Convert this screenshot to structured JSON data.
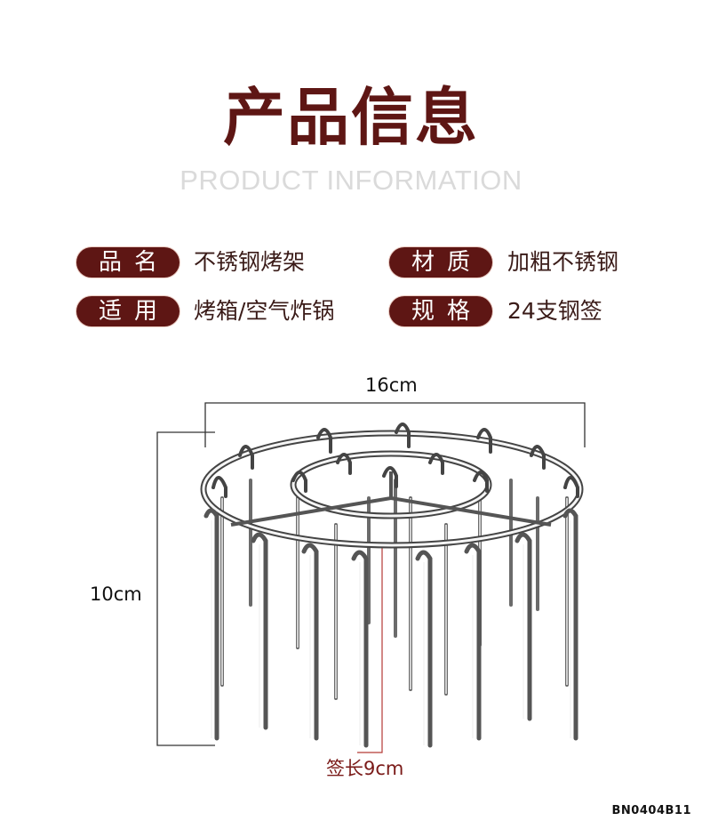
{
  "header": {
    "title": "产品信息",
    "subtitle": "PRODUCT INFORMATION"
  },
  "specs": [
    {
      "label": "品名",
      "value": "不锈钢烤架"
    },
    {
      "label": "材质",
      "value": "加粗不锈钢"
    },
    {
      "label": "适用",
      "value": "烤箱/空气炸锅"
    },
    {
      "label": "规格",
      "value": "24支钢签"
    }
  ],
  "dimensions": {
    "width": "16cm",
    "height": "10cm",
    "skewer_length": "签长9cm"
  },
  "product_code": "BN0404B11",
  "colors": {
    "brand": "#5e1614",
    "subtitle": "#dadada",
    "annotation_red": "#7a1a18"
  }
}
